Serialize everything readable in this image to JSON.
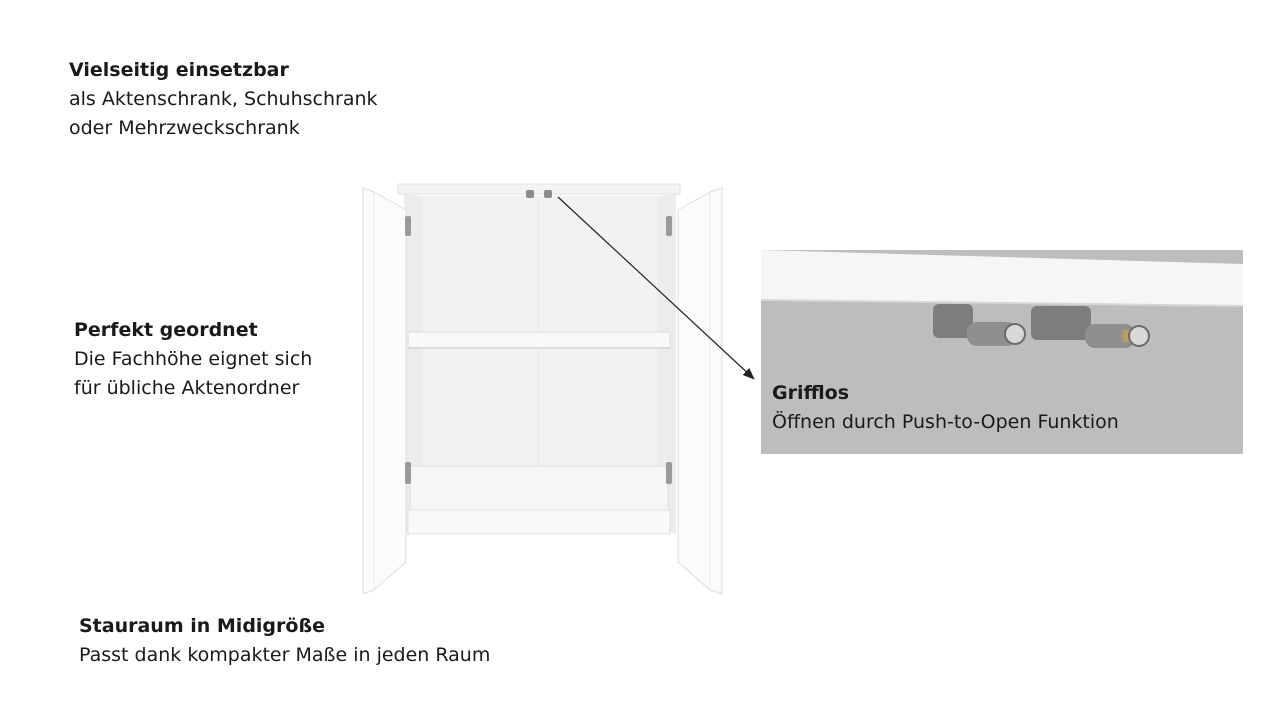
{
  "features": {
    "vielseitig": {
      "title": "Vielseitig einsetzbar",
      "line1": "als Aktenschrank, Schuhschrank",
      "line2": "oder Mehrzweckschrank"
    },
    "perfekt": {
      "title": "Perfekt geordnet",
      "line1": "Die Fachhöhe eignet sich",
      "line2": "für übliche Aktenordner"
    },
    "stauraum": {
      "title": "Stauraum in Midigröße",
      "line1": "Passt dank kompakter Maße in jeden Raum"
    },
    "grifflos": {
      "title": "Grifflos",
      "line1": "Öffnen durch Push-to-Open Funktion"
    }
  },
  "colors": {
    "background": "#ffffff",
    "text": "#1a1a1a",
    "cabinet_white": "#f7f7f7",
    "detail_grey": "#bdbdbd"
  }
}
